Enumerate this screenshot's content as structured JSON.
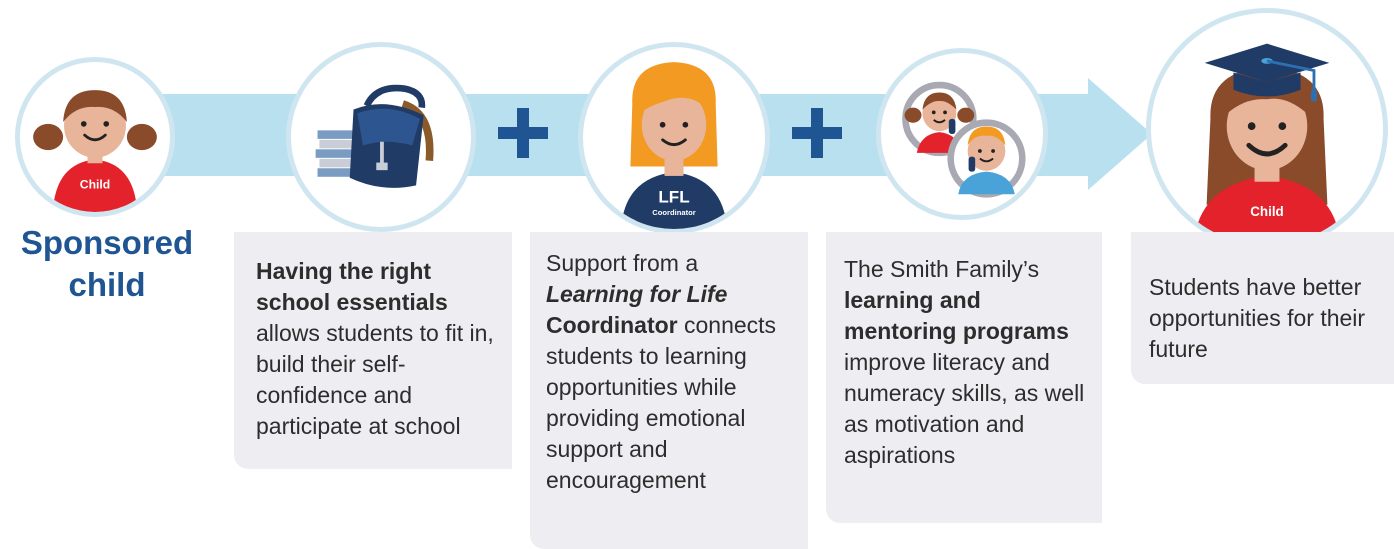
{
  "sponsored_label": "Sponsored child",
  "child_shirt": "Child",
  "lfl_shirt_big": "LFL",
  "lfl_shirt_small": "Coordinator",
  "graduate_shirt": "Child",
  "plus_symbol": "+",
  "cards": [
    {
      "segments": [
        {
          "text": "Having the right school essentials",
          "b": true
        },
        {
          "text": " allows students to fit in, build their self-confidence and participate at school"
        }
      ]
    },
    {
      "segments": [
        {
          "text": "Support from a "
        },
        {
          "text": "Learning for Life",
          "b": true,
          "i_part": "Learning for Life"
        },
        {
          "text": " Coordinator",
          "b": true
        },
        {
          "text": " connects students to learning opportunities while providing emotional support and encouragement"
        }
      ]
    },
    {
      "segments": [
        {
          "text": "The Smith Family’s "
        },
        {
          "text": "learning and mentoring programs",
          "b": true
        },
        {
          "text": " improve literacy and numeracy skills, as well as motivation and aspirations"
        }
      ]
    },
    {
      "segments": [
        {
          "text": "Students have better opportunities for their future"
        }
      ]
    }
  ],
  "colors": {
    "navy": "#1f5592",
    "arrow": "#b9e0ef",
    "circle_ring": "#cfe6f1",
    "card": "#eeeef2",
    "shirt_red": "#e3222c",
    "skin": "#e8b49a",
    "girl_hair": "#8a4b2b",
    "coordinator_hair": "#f39a23"
  },
  "icons": [
    "child-icon",
    "backpack-books-icon",
    "coordinator-icon",
    "video-call-icon",
    "graduate-icon"
  ]
}
